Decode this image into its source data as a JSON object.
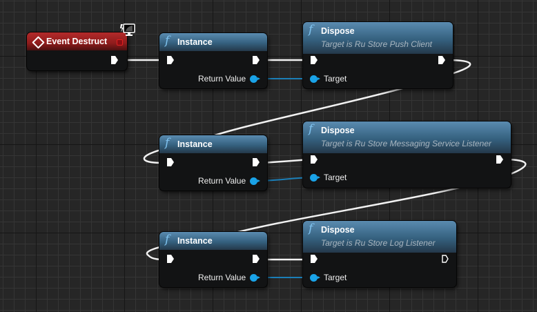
{
  "graph": {
    "event_node": {
      "title": "Event Destruct",
      "icon": "event-diamond-icon",
      "badge_icon": "pc-monitor-icon"
    },
    "instance_nodes": [
      {
        "title": "Instance",
        "icon": "function-icon",
        "output_label": "Return Value"
      },
      {
        "title": "Instance",
        "icon": "function-icon",
        "output_label": "Return Value"
      },
      {
        "title": "Instance",
        "icon": "function-icon",
        "output_label": "Return Value"
      }
    ],
    "dispose_nodes": [
      {
        "title": "Dispose",
        "subtitle": "Target is Ru Store Push Client",
        "icon": "function-icon",
        "input_label": "Target"
      },
      {
        "title": "Dispose",
        "subtitle": "Target is Ru Store Messaging Service Listener",
        "icon": "function-icon",
        "input_label": "Target"
      },
      {
        "title": "Dispose",
        "subtitle": "Target is Ru Store Log Listener",
        "icon": "function-icon",
        "input_label": "Target"
      }
    ],
    "function_glyph": "f",
    "colors": {
      "background": "#262626",
      "event_header": "#a82424",
      "function_header": "#3d6a8c",
      "exec_wire": "#ffffff",
      "object_pin": "#1aa3e8",
      "object_wire": "#1b7fb8"
    }
  }
}
